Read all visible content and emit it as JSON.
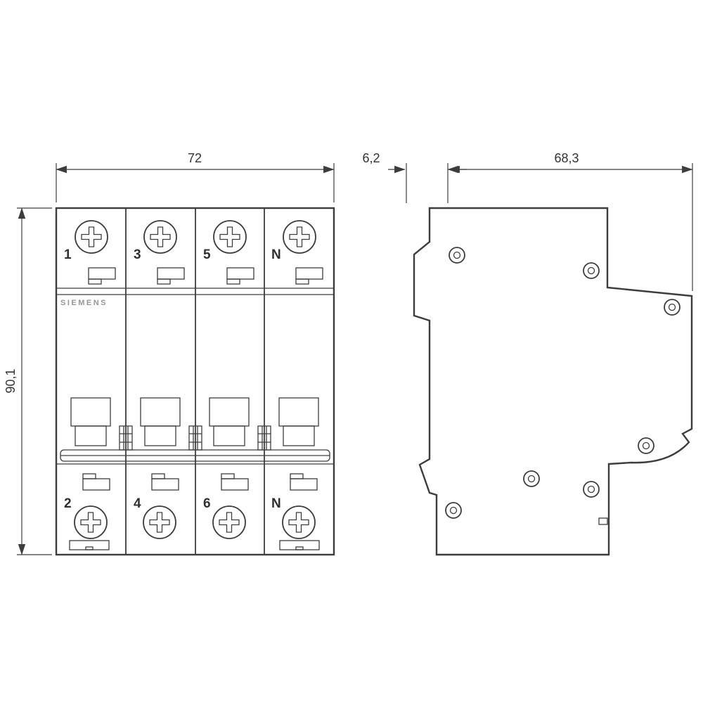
{
  "dimensions": {
    "front_width": "72",
    "front_height": "90,1",
    "side_offset": "6,2",
    "side_depth": "68,3"
  },
  "front_view": {
    "brand": "SIEMENS",
    "top_terminals": [
      "1",
      "3",
      "5",
      "N"
    ],
    "bottom_terminals": [
      "2",
      "4",
      "6",
      "N"
    ]
  },
  "colors": {
    "line": "#3d3d3d",
    "text": "#333333",
    "background": "#ffffff"
  }
}
